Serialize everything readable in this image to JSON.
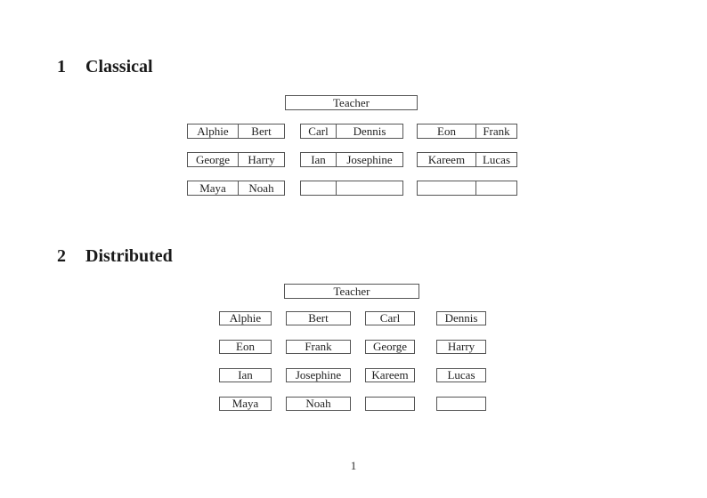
{
  "page_number": "1",
  "classical": {
    "heading": {
      "number": "1",
      "title": "Classical"
    },
    "teacher_label": "Teacher",
    "rows": [
      [
        {
          "left": "Alphie",
          "right": "Bert"
        },
        {
          "left": "Carl",
          "right": "Dennis"
        },
        {
          "left": "Eon",
          "right": "Frank"
        }
      ],
      [
        {
          "left": "George",
          "right": "Harry"
        },
        {
          "left": "Ian",
          "right": "Josephine"
        },
        {
          "left": "Kareem",
          "right": "Lucas"
        }
      ],
      [
        {
          "left": "Maya",
          "right": "Noah"
        },
        {
          "left": "",
          "right": ""
        },
        {
          "left": "",
          "right": ""
        }
      ]
    ]
  },
  "distributed": {
    "heading": {
      "number": "2",
      "title": "Distributed"
    },
    "teacher_label": "Teacher",
    "rows": [
      [
        "Alphie",
        "Bert",
        "Carl",
        "Dennis"
      ],
      [
        "Eon",
        "Frank",
        "George",
        "Harry"
      ],
      [
        "Ian",
        "Josephine",
        "Kareem",
        "Lucas"
      ],
      [
        "Maya",
        "Noah",
        "",
        ""
      ]
    ]
  },
  "colors": {
    "border": "#555555",
    "text": "#1f1f1f",
    "background": "#ffffff"
  }
}
